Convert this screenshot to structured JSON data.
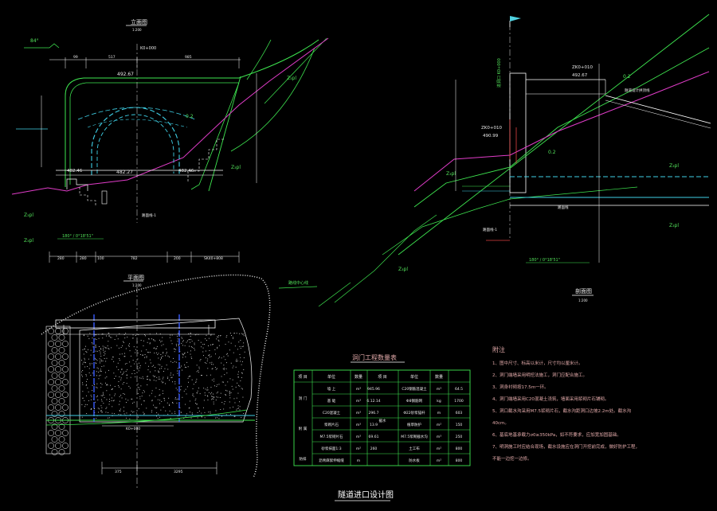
{
  "drawing_title": "隧道进口设计图",
  "elevation_view": {
    "title": "立面图",
    "scale": "1:200",
    "slope_angle": "84°",
    "station": "K0+000",
    "dims_top": [
      "99",
      "517",
      "985"
    ],
    "elev_top": "492.67",
    "elev_left": "482.46",
    "elev_right": "482.46",
    "elev_bottom": "482.27",
    "slope_ratio": "0.2",
    "rock_labels": [
      "Z₃pl",
      "Z₃pl",
      "Z₃pl",
      "Z₃pl"
    ],
    "section_note": "路面线-1",
    "bearing": "180° / 0°18'51\"",
    "bottom_dims": [
      "280",
      "280",
      "100",
      "782",
      "200",
      "SK40+808"
    ]
  },
  "profile_view": {
    "title": "剖面图",
    "scale": "1:200",
    "station_label": "进洞口 K0+000",
    "station_2": "ZK0+010",
    "elev_1": "492.67",
    "elev_2": "ZK0+010",
    "elev_3": "490.99",
    "slope_1": "0.2",
    "slope_2": "0.2",
    "note_1": "隧道设计拱顶线",
    "note_2": "路面线-1",
    "note_3": "路面线",
    "bearing": "180° / 0°18'51\"",
    "rock_labels": [
      "Z₃pl",
      "Z₃pl",
      "Z₃pl",
      "Z₃pl"
    ]
  },
  "plan_view": {
    "title": "平面图",
    "scale": "1:200",
    "station": "K0+000",
    "route_label": "路线中心线",
    "bottom_dims": [
      "375",
      "3295"
    ]
  },
  "quantity_table": {
    "title": "洞门工程数量表",
    "headers": [
      "项 目",
      "单位",
      "数量",
      "项 目",
      "单位",
      "数量"
    ],
    "groups": [
      "洞 门",
      "附 属",
      "截水",
      "防排"
    ],
    "rows": [
      [
        "墙 上",
        "m³",
        "945.96",
        "C20钢筋混凝土",
        "m³",
        "64.5"
      ],
      [
        "基 础",
        "m³",
        "6.12.14",
        "Φ8钢筋网",
        "kg",
        "1700"
      ],
      [
        "C20混凝土",
        "m³",
        "296.7",
        "Φ22砂浆锚杆",
        "m",
        "603"
      ],
      [
        "浆砌片石",
        "m³",
        "13.9",
        "植草防护",
        "m²",
        "150"
      ],
      [
        "M7.5浆砌片石",
        "m³",
        "69.61",
        "M7.5浆砌截水沟",
        "m³",
        "250"
      ],
      [
        "砂浆抹面1:3",
        "m²",
        "260",
        "土工布",
        "m²",
        "800"
      ],
      [
        "沥青麻絮伸缩缝",
        "m",
        "",
        "防水板",
        "m²",
        "800"
      ]
    ]
  },
  "notes": {
    "heading": "附注",
    "items": [
      "1、图中尺寸、标高以米计，尺寸均以厘米计。",
      "2、洞门端墙采用明挖法施工，洞门应配合施工。",
      "3、洞身衬砌按17.5m一环。",
      "4、洞门端墙采用C20混凝土浇筑，墙面采用浆砌片石铺砌。",
      "5、洞口截水沟采用M7.5浆砌片石，截水沟距洞口边坡2.2m处。截水沟",
      "   40cm。",
      "6、基底地基承载力σ0≥350kPa，如不符要求，应加宽加固基础。",
      "7、明洞施工时应结合现场，截水设施应在洞门开挖前完成，做好防护工程，",
      "   不能一边挖一边修。"
    ]
  },
  "colors": {
    "background": "#000000",
    "line": "#ffffff",
    "green": "#3ee650",
    "cyan": "#3fd0e6",
    "magenta": "#e03cc8",
    "blue": "#3a5cff",
    "red": "#e04040",
    "yellow": "#e8e800"
  }
}
